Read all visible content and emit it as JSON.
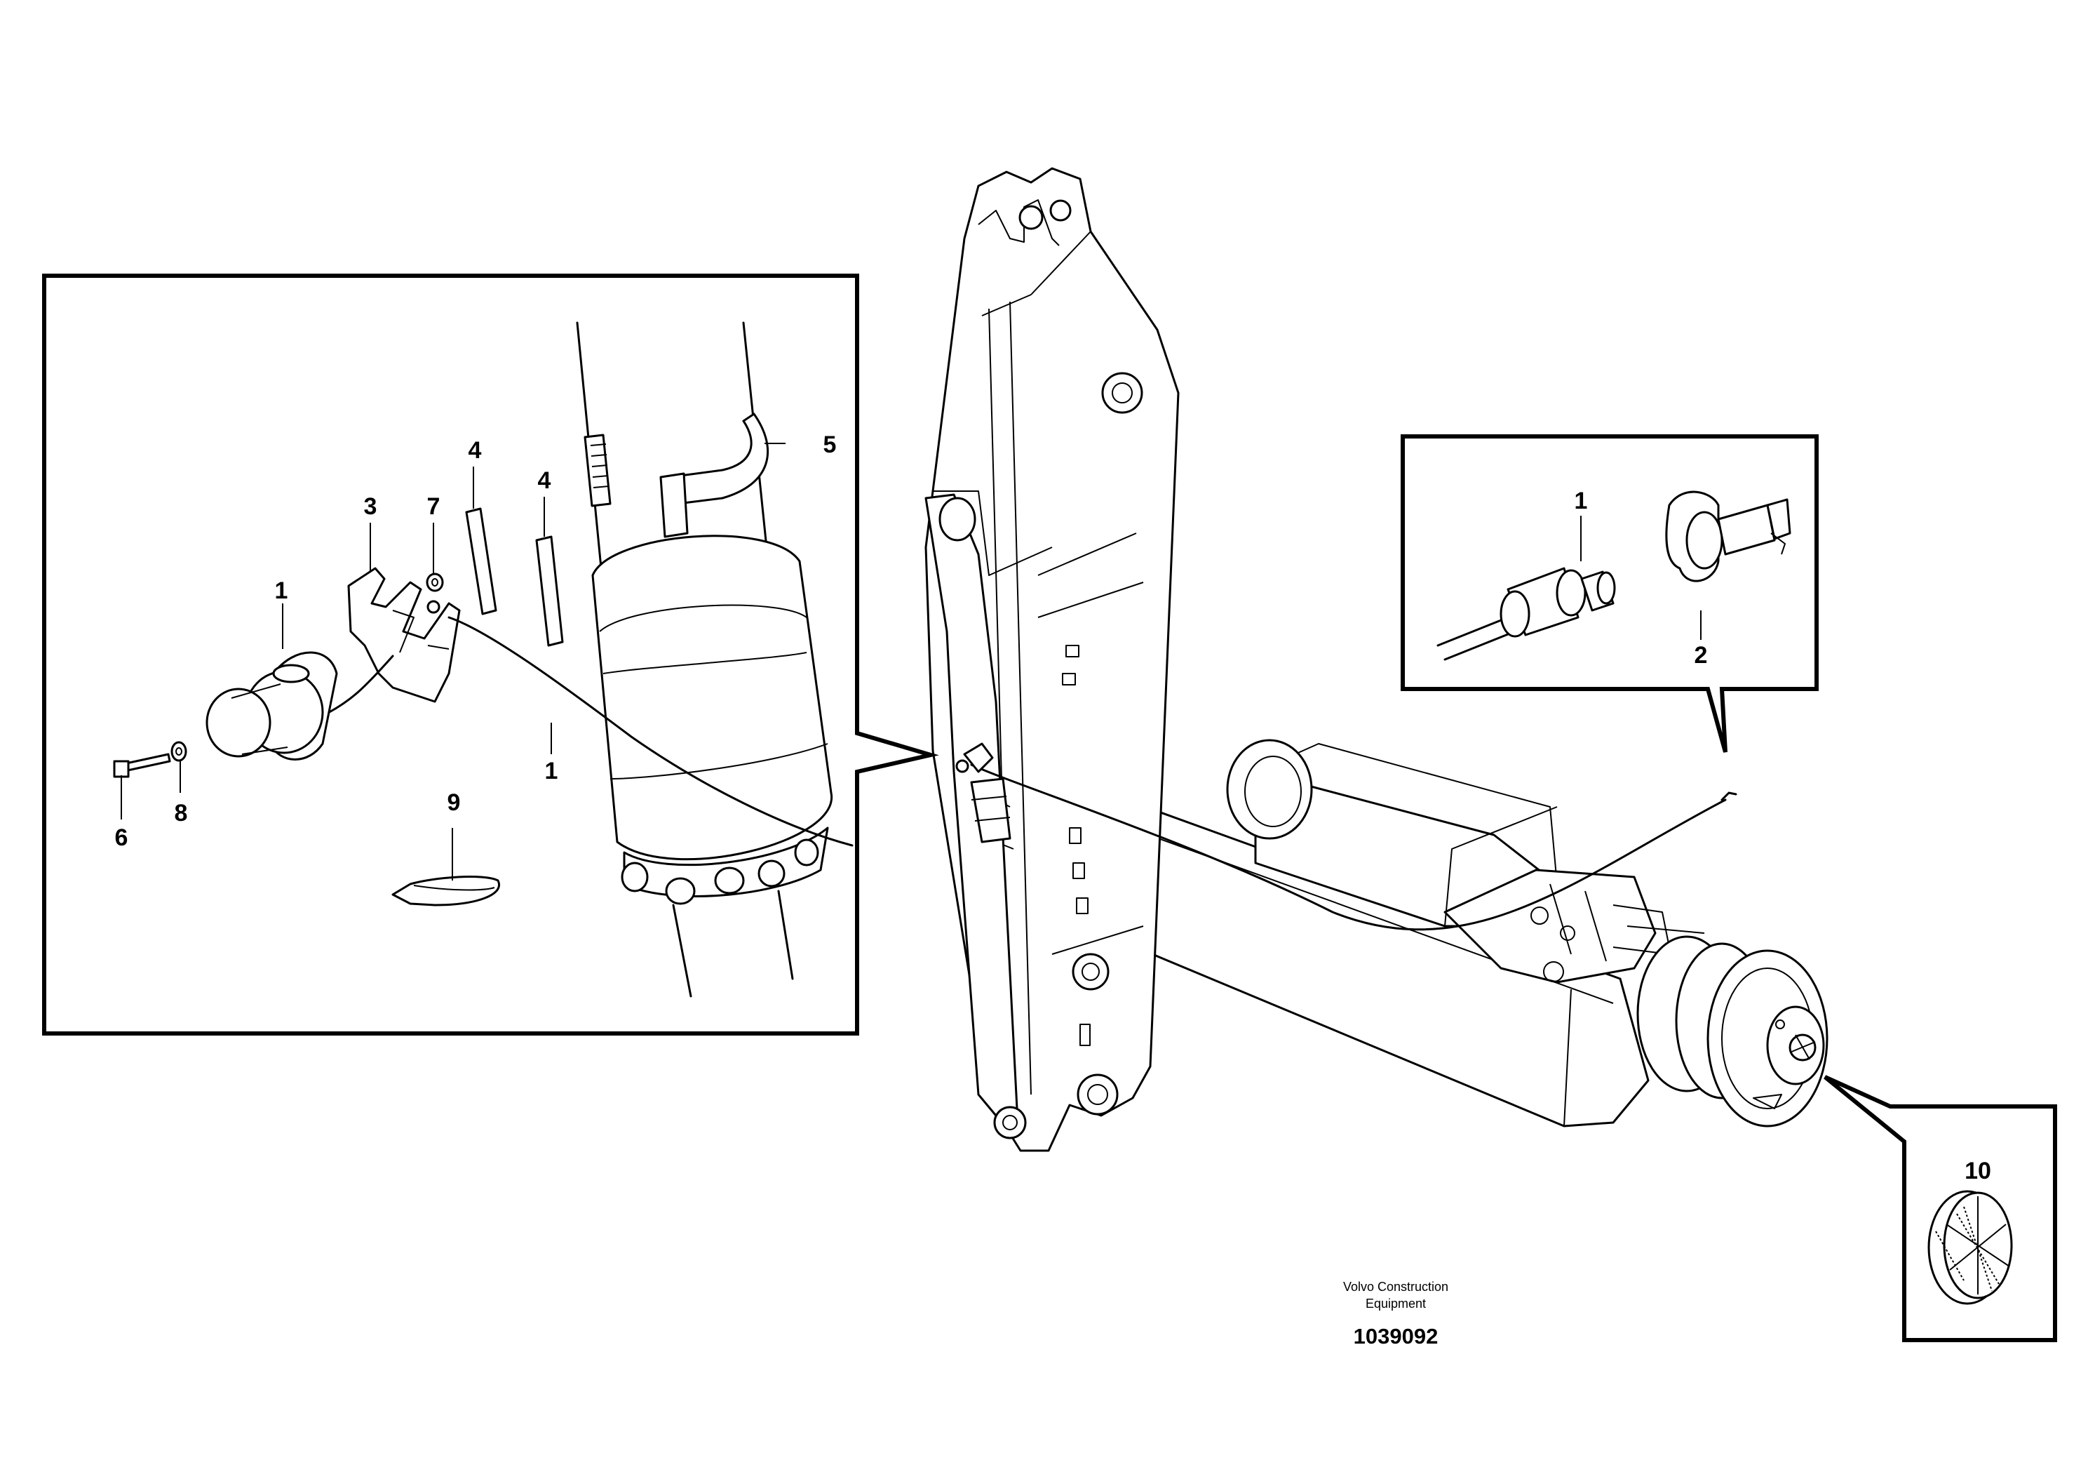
{
  "detail_left": {
    "callouts": [
      "1",
      "1",
      "3",
      "7",
      "4",
      "4",
      "5",
      "6",
      "8",
      "9"
    ]
  },
  "detail_right": {
    "callouts": [
      "1",
      "2"
    ]
  },
  "detail_bottom": {
    "callouts": [
      "10"
    ]
  },
  "footer": {
    "company_line1": "Volvo Construction",
    "company_line2": "Equipment",
    "drawing_number": "1039092"
  }
}
